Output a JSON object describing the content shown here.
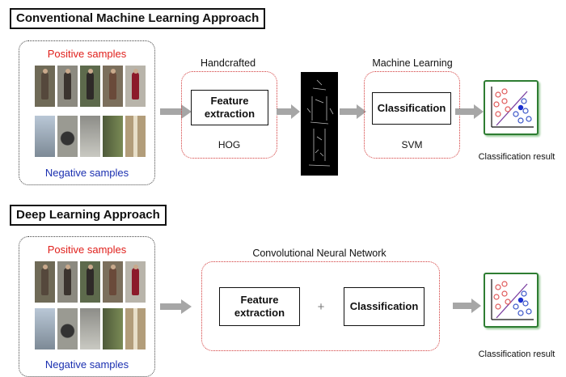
{
  "conventional": {
    "title": "Conventional Machine Learning Approach",
    "positive_label": "Positive samples",
    "negative_label": "Negative samples",
    "handcrafted_label": "Handcrafted",
    "feature_box": "Feature\nextraction",
    "feature_caption": "HOG",
    "ml_label": "Machine Learning",
    "classification_box": "Classification",
    "classification_caption": "SVM",
    "result_label": "Classification result"
  },
  "deep": {
    "title": "Deep Learning Approach",
    "positive_label": "Positive samples",
    "negative_label": "Negative samples",
    "cnn_label": "Convolutional Neural Network",
    "feature_box": "Feature\nextraction",
    "plus": "+",
    "classification_box": "Classification",
    "result_label": "Classification result"
  },
  "colors": {
    "positive_text": "#e0201c",
    "negative_text": "#1a2fb0",
    "stage_border": "#d23a3a",
    "arrow": "#a6a6a6",
    "result_border": "#2e7d32"
  },
  "icons": [
    "person-thumbnail",
    "road-thumbnail",
    "hog-descriptor-image",
    "scatter-plot-icon",
    "right-arrow-icon"
  ]
}
